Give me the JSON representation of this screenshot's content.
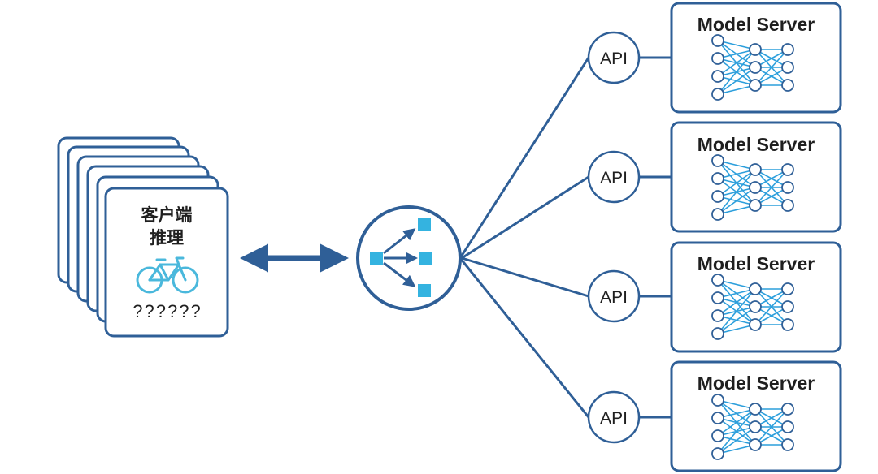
{
  "client": {
    "title_line1": "客户端",
    "title_line2": "推理",
    "bike_icon": "bicycle-icon",
    "unknown_label": "??????"
  },
  "hub": {
    "icon": "router-distribute-icon"
  },
  "servers": [
    {
      "api_label": "API",
      "title": "Model Server"
    },
    {
      "api_label": "API",
      "title": "Model Server"
    },
    {
      "api_label": "API",
      "title": "Model Server"
    },
    {
      "api_label": "API",
      "title": "Model Server"
    }
  ],
  "colors": {
    "outline": "#2f5f97",
    "network_edge": "#2c9fdc",
    "hub_square": "#34b3e0",
    "bike": "#4ab8dc"
  }
}
